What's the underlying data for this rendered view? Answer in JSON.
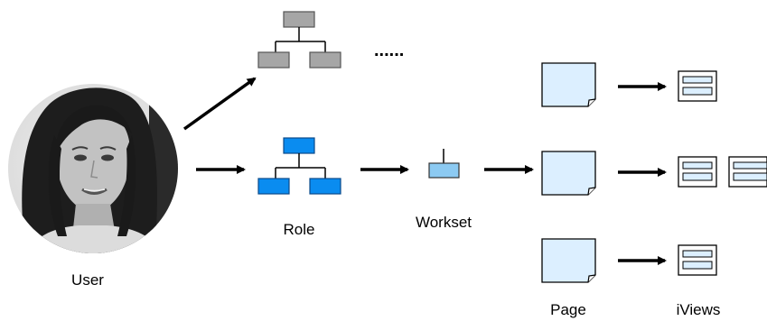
{
  "labels": {
    "user": "User",
    "role": "Role",
    "workset": "Workset",
    "page": "Page",
    "iviews": "iViews",
    "ellipsis": "......"
  },
  "colors": {
    "role_box": "#0a8cf0",
    "role_box_stroke": "#0a4a8a",
    "gray_box": "#a6a6a6",
    "gray_box_stroke": "#555555",
    "workset_box": "#8ccaf2",
    "page_fill": "#dcefff",
    "iview_inner": "#dcefff",
    "line": "#000000"
  },
  "icons": {
    "user": "user-avatar-photo",
    "role": "org-hierarchy-icon",
    "workset": "workset-folder-icon",
    "page": "page-document-icon",
    "iview": "iview-window-icon"
  }
}
